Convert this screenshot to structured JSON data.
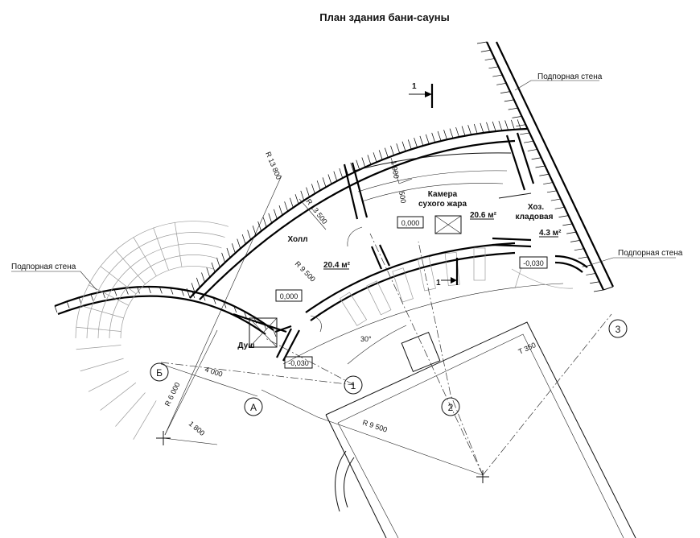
{
  "plan": {
    "title": "План здания бани-сауны",
    "rooms": {
      "hall": "Холл",
      "dry_sauna_line1": "Камера",
      "dry_sauna_line2": "сухого жара",
      "storage_line1": "Хоз.",
      "storage_line2": "кладовая",
      "shower": "Душ"
    },
    "areas": {
      "hall": "20.4 м²",
      "dry_sauna": "20.6 м²",
      "storage": "4.3 м²"
    },
    "levels": {
      "hall": "0,000",
      "dry_sauna": "0,000",
      "storage": "-0,030",
      "shower": "-0,030"
    },
    "retaining_wall_labels": {
      "top": "Подпорная стена",
      "right": "Подпорная стена",
      "left": "Подпорная стена"
    },
    "dimensions": {
      "r_outer": "R 13 800",
      "r_inner": "R 13 500",
      "r_hall": "R 9 500",
      "r_bottom": "R 9 500",
      "r_small": "R 6 000",
      "d_4000": "4 000",
      "d_1800": "1 800",
      "d_1000": "1 000",
      "d_500": "500",
      "t_350": "T 350",
      "angle": "30°"
    },
    "section_marks": {
      "top": "1",
      "middle": "1"
    },
    "axes": [
      "1",
      "2",
      "3",
      "А",
      "Б"
    ]
  }
}
